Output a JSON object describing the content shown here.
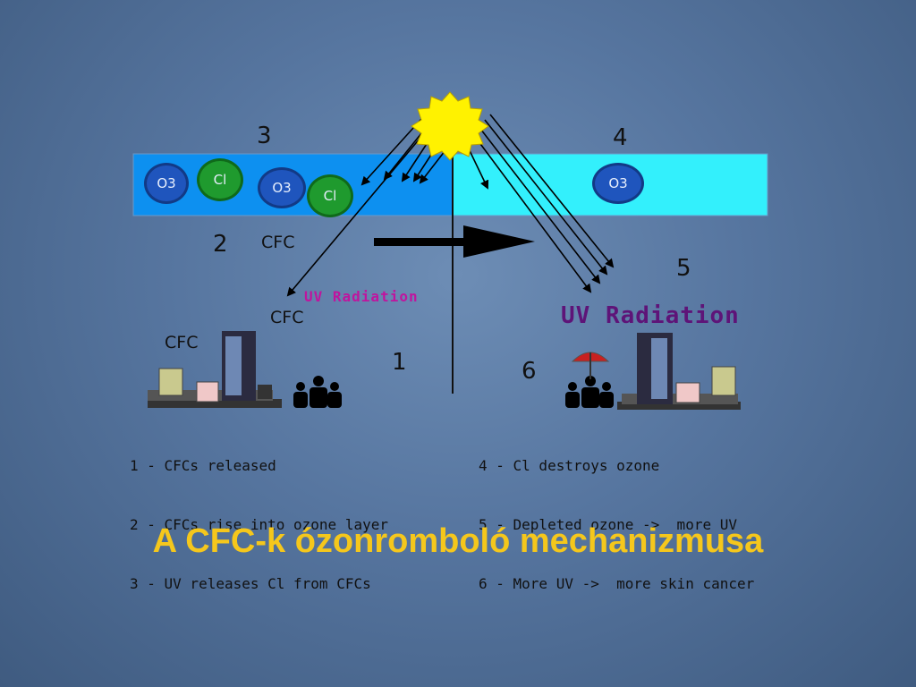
{
  "diagram": {
    "step_numbers": {
      "n3": "3",
      "n4": "4",
      "n2": "2",
      "n5": "5",
      "n1": "1",
      "n6": "6"
    },
    "molecules": {
      "o3_left_1": "O3",
      "cl_left_1": "Cl",
      "o3_left_2": "O3",
      "cl_left_2": "Cl",
      "o3_right": "O3"
    },
    "labels": {
      "cfc_upper": "CFC",
      "cfc_middle": "CFC",
      "cfc_lower": "CFC",
      "uv_left": "UV Radiation",
      "uv_right": "UV Radiation"
    },
    "legend_left": [
      "1 - CFCs released",
      "2 - CFCs rise into ozone layer",
      "3 - UV releases Cl from CFCs"
    ],
    "legend_right": [
      "4 - Cl destroys ozone",
      "5 - Depleted ozone ->  more UV",
      "6 - More UV ->  more skin cancer"
    ],
    "colors": {
      "ozone_left": "#0d90f0",
      "ozone_right": "#33f0fc",
      "sun": "#fff200",
      "uv_left": "#c0149e",
      "uv_right": "#5e1478"
    }
  },
  "caption": "A CFC-k ózonromboló mechanizmusa"
}
